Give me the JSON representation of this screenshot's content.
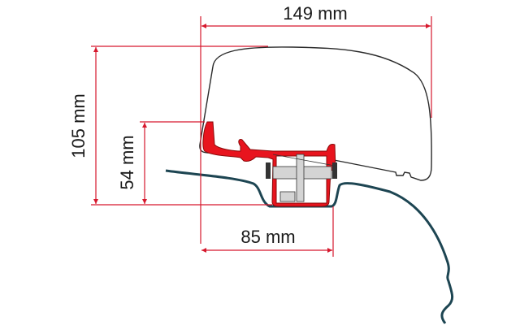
{
  "diagram": {
    "subject": "awning adapter bracket mounted on vehicle roof profile",
    "dimensions": {
      "width_total": "149 mm",
      "height_total": "105 mm",
      "height_bracket": "54 mm",
      "width_bracket": "85 mm"
    },
    "colors": {
      "dimension_line": "#d6182d",
      "bracket": "#e8141e",
      "roof_profile": "#1d4552",
      "housing_outline": "#2a2a2a",
      "clamp": "#d4d4d4"
    }
  }
}
